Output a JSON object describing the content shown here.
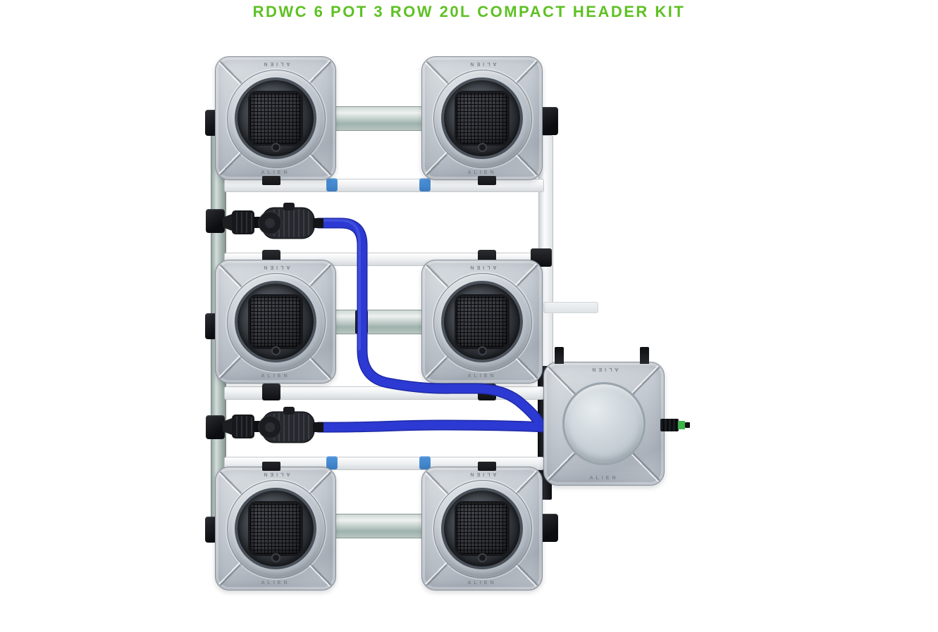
{
  "title": "RDWC 6 POT 3 ROW 20L COMPACT HEADER KIT",
  "brand": "ALIEN",
  "colors": {
    "title_green": "#5ec123",
    "hose_blue": "#2c39d2",
    "hose_blue_dark": "#1f2aa6",
    "collar_blue": "#4e93dc",
    "valve_green": "#3cb54a",
    "fitting_black": "#141518",
    "pipe_silver": "#a9bab5",
    "pipe_white": "#f1f3f4",
    "pot_gray": "#bfc5cc",
    "lid_dark_gray": "#33373d"
  },
  "components": {
    "grow_pot_count": 6,
    "row_count": 3,
    "header_tank_count": 1,
    "inline_pump_count": 2,
    "blue_hose_count": 2
  }
}
